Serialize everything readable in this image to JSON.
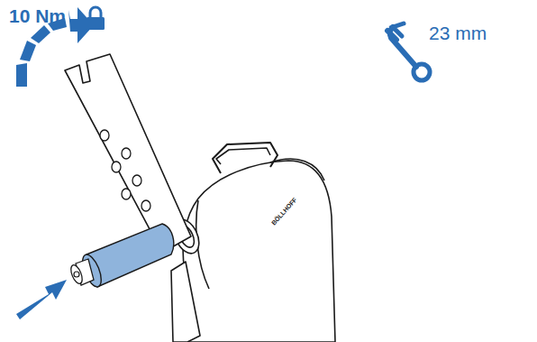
{
  "diagram": {
    "labels": [
      "10 Nm",
      "23 mm",
      "BÖLLHOFF"
    ]
  }
}
